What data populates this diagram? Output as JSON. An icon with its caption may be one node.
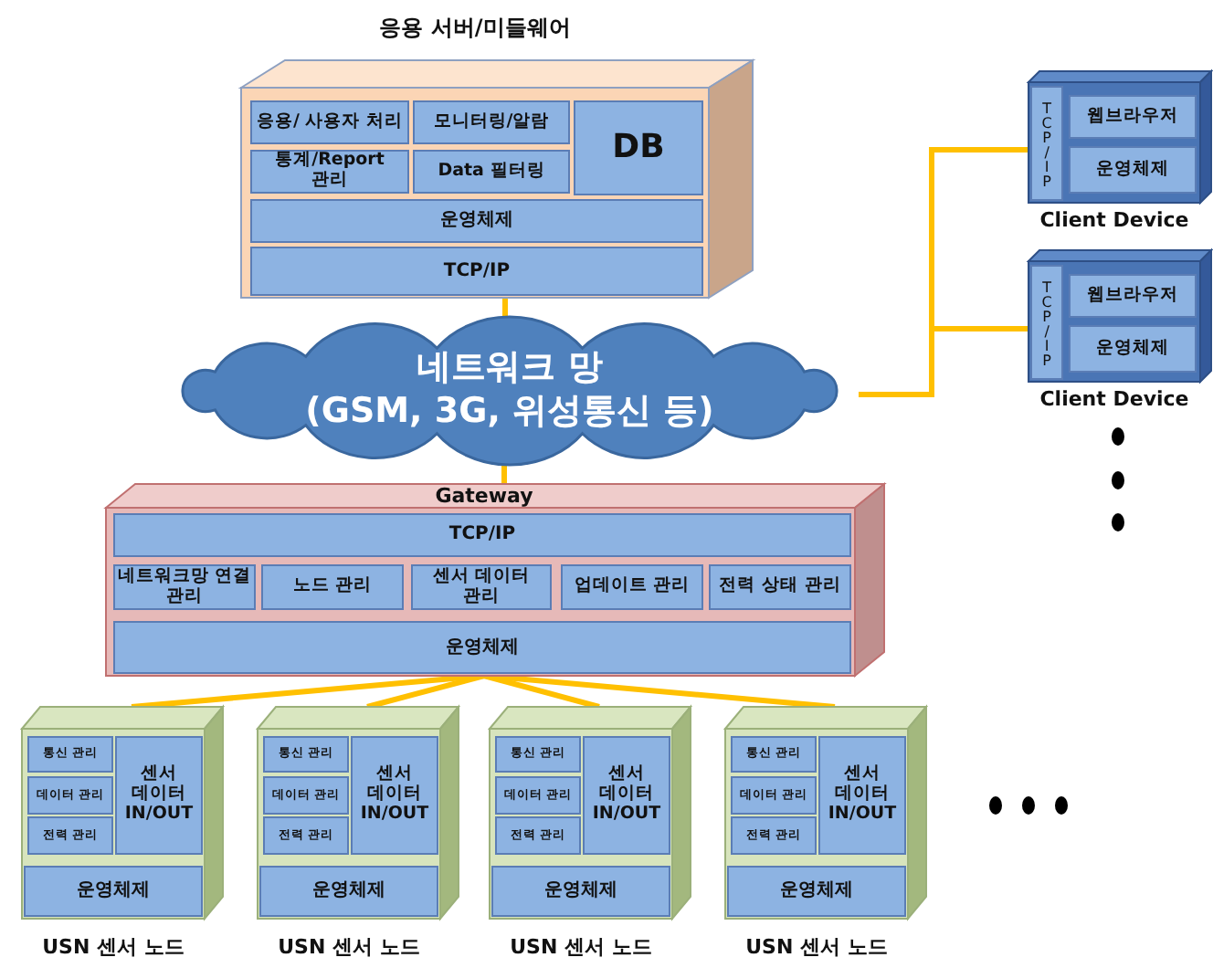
{
  "diagram": {
    "nodes": [
      {
        "text": [
          "응용 서버/미들웨어"
        ]
      },
      {
        "text": [
          "응용/ 사용자 처리"
        ],
        "in": 0
      },
      {
        "text": [
          "모니터링/알람"
        ],
        "in": 0
      },
      {
        "text": [
          "통계/Report 관리"
        ],
        "in": 0
      },
      {
        "text": [
          "Data 필터링"
        ],
        "in": 0
      },
      {
        "text": [
          "DB"
        ],
        "in": 0
      },
      {
        "text": [
          "운영체제"
        ],
        "in": 0
      },
      {
        "text": [
          "TCP/IP"
        ],
        "in": 0
      },
      {
        "text": [
          "Client Device"
        ]
      },
      {
        "text": [
          "TCP/IP"
        ],
        "in": 8
      },
      {
        "text": [
          "웹브라우저"
        ],
        "in": 8
      },
      {
        "text": [
          "운영체제"
        ],
        "in": 8
      },
      {
        "text": [
          "Client Device"
        ]
      },
      {
        "text": [
          "TCP/IP"
        ],
        "in": 12
      },
      {
        "text": [
          "웹브라우저"
        ],
        "in": 12
      },
      {
        "text": [
          "운영체제"
        ],
        "in": 12
      },
      {
        "text": [
          "네트워크 망 (GSM, 3G, 위성통신 등)"
        ]
      },
      {
        "text": [
          "Gateway"
        ]
      },
      {
        "text": [
          "TCP/IP"
        ],
        "in": 17
      },
      {
        "text": [
          "네트워크망 연결 관리"
        ],
        "in": 17
      },
      {
        "text": [
          "노드 관리"
        ],
        "in": 17
      },
      {
        "text": [
          "센서 데이터 관리"
        ],
        "in": 17
      },
      {
        "text": [
          "업데이트 관리"
        ],
        "in": 17
      },
      {
        "text": [
          "전력 상태 관리"
        ],
        "in": 17
      },
      {
        "text": [
          "운영체제"
        ],
        "in": 17
      },
      {
        "text": [
          "USN 센서 노드"
        ]
      },
      {
        "text": [
          "통신 관리"
        ],
        "in": 25
      },
      {
        "text": [
          "데이터 관리"
        ],
        "in": 25
      },
      {
        "text": [
          "전력 관리"
        ],
        "in": 25
      },
      {
        "text": [
          "센서 데이터 IN/OUT"
        ],
        "in": 25
      },
      {
        "text": [
          "운영체제"
        ],
        "in": 25
      },
      {
        "text": [
          "USN 센서 노드"
        ]
      },
      {
        "text": [
          "통신 관리"
        ],
        "in": 31
      },
      {
        "text": [
          "데이터 관리"
        ],
        "in": 31
      },
      {
        "text": [
          "전력 관리"
        ],
        "in": 31
      },
      {
        "text": [
          "센서 데이터 IN/OUT"
        ],
        "in": 31
      },
      {
        "text": [
          "운영체제"
        ],
        "in": 31
      },
      {
        "text": [
          "USN 센서 노드"
        ]
      },
      {
        "text": [
          "통신 관리"
        ],
        "in": 37
      },
      {
        "text": [
          "데이터 관리"
        ],
        "in": 37
      },
      {
        "text": [
          "전력 관리"
        ],
        "in": 37
      },
      {
        "text": [
          "센서 데이터 IN/OUT"
        ],
        "in": 37
      },
      {
        "text": [
          "운영체제"
        ],
        "in": 37
      },
      {
        "text": [
          "USN 센서 노드"
        ]
      },
      {
        "text": [
          "통신 관리"
        ],
        "in": 43
      },
      {
        "text": [
          "데이터 관리"
        ],
        "in": 43
      },
      {
        "text": [
          "전력 관리"
        ],
        "in": 43
      },
      {
        "text": [
          "센서 데이터 IN/OUT"
        ],
        "in": 43
      },
      {
        "text": [
          "운영체제"
        ],
        "in": 43
      }
    ],
    "edges": [
      {
        "from": 0,
        "to": 16,
        "arrow": "none"
      },
      {
        "from": 16,
        "to": 8,
        "arrow": "none"
      },
      {
        "from": 16,
        "to": 12,
        "arrow": "none"
      },
      {
        "from": 16,
        "to": 17,
        "arrow": "none"
      },
      {
        "from": 17,
        "to": 25,
        "arrow": "none"
      },
      {
        "from": 17,
        "to": 31,
        "arrow": "none"
      },
      {
        "from": 17,
        "to": 37,
        "arrow": "none"
      },
      {
        "from": 17,
        "to": 43,
        "arrow": "none"
      }
    ]
  }
}
